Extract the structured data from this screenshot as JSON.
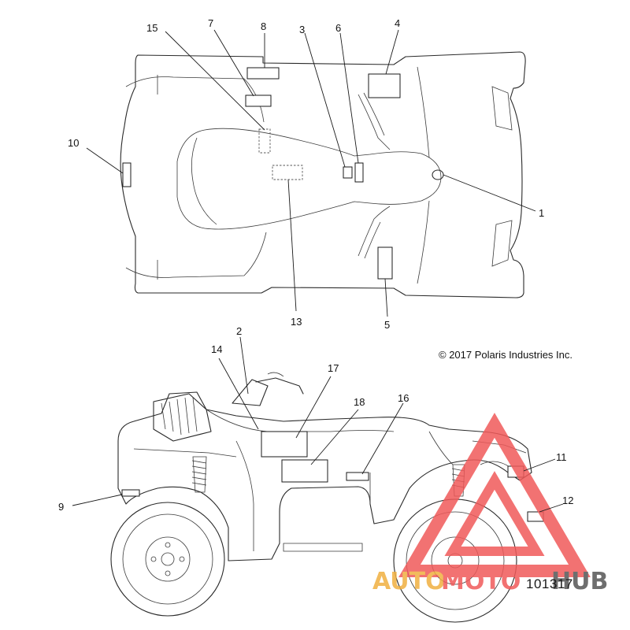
{
  "copyright": "© 2017 Polaris Industries Inc.",
  "part_number": "101317",
  "watermark": {
    "word_left": "AUTO",
    "word_mid": "MOTO",
    "word_right": "HUB",
    "color_primary": "#f05a5a",
    "color_secondary": "#f0b040",
    "color_dark": "#555555"
  },
  "callouts": {
    "n1": "1",
    "n2": "2",
    "n3": "3",
    "n4": "4",
    "n5": "5",
    "n6": "6",
    "n7": "7",
    "n8": "8",
    "n9": "9",
    "n10": "10",
    "n11": "11",
    "n12": "12",
    "n13": "13",
    "n14": "14",
    "n15": "15",
    "n16": "16",
    "n17": "17",
    "n18": "18"
  }
}
